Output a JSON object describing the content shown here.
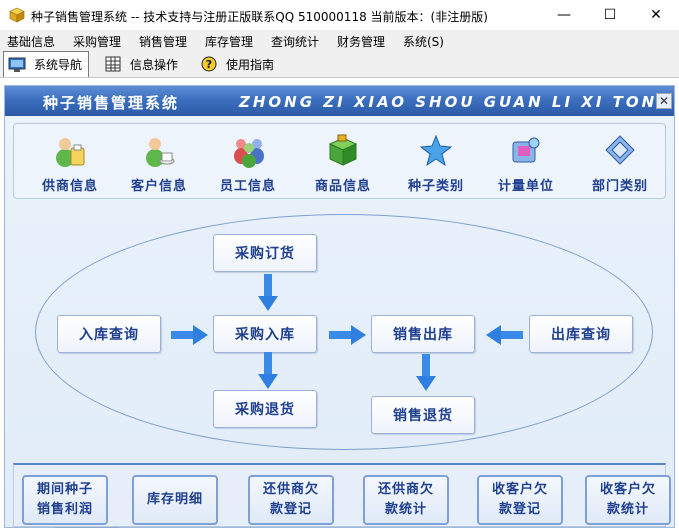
{
  "window": {
    "title": "种子销售管理系统 -- 技术支持与注册正版联系QQ 510000118    当前版本：(非注册版)",
    "min_glyph": "—",
    "max_glyph": "☐",
    "close_glyph": "✕"
  },
  "menu": [
    "基础信息",
    "采购管理",
    "销售管理",
    "库存管理",
    "查询统计",
    "财务管理",
    "系统(S)"
  ],
  "toolbar": {
    "tabs": [
      {
        "label": "系统导航",
        "active": true,
        "icon": "monitor-icon"
      },
      {
        "label": "信息操作",
        "active": false,
        "icon": "grid-icon"
      },
      {
        "label": "使用指南",
        "active": false,
        "icon": "help-icon"
      }
    ]
  },
  "panel": {
    "title": "种子销售管理系统",
    "pinyin": "ZHONG ZI XIAO SHOU GUAN LI XI TONG",
    "close_glyph": "✕"
  },
  "nav_items": [
    {
      "label": "供商信息",
      "icon": "supplier-icon"
    },
    {
      "label": "客户信息",
      "icon": "customer-icon"
    },
    {
      "label": "员工信息",
      "icon": "employee-icon"
    },
    {
      "label": "商品信息",
      "icon": "goods-icon"
    },
    {
      "label": "种子类别",
      "icon": "star-icon"
    },
    {
      "label": "计量单位",
      "icon": "unit-icon"
    },
    {
      "label": "部门类别",
      "icon": "department-icon"
    }
  ],
  "flow": {
    "purchase_order": "采购订货",
    "inbound_query": "入库查询",
    "purchase_inbound": "采购入库",
    "sales_outbound": "销售出库",
    "outbound_query": "出库查询",
    "purchase_return": "采购退货",
    "sales_return": "销售退货"
  },
  "bottom_buttons": [
    "期间种子\n销售利润",
    "库存明细",
    "还供商欠\n款登记",
    "还供商欠\n款统计",
    "收客户欠\n款登记",
    "收客户欠\n款统计"
  ],
  "colors": {
    "accent": "#1f3f8f",
    "header_blue": "#3b6fbf",
    "arrow_blue": "#2f7fe0"
  }
}
